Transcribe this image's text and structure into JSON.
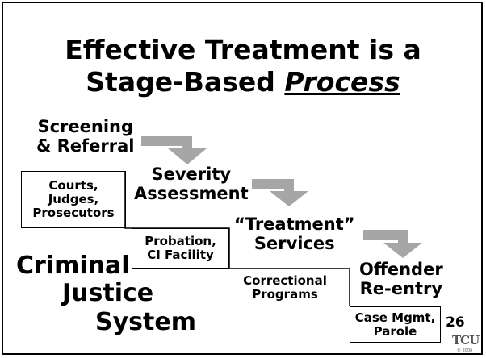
{
  "title": {
    "line1": "Effective Treatment is a",
    "line2_prefix": "Stage-Based ",
    "line2_emph": "Process"
  },
  "stages": [
    {
      "line1": "Screening",
      "line2": "& Referral"
    },
    {
      "line1": "Severity",
      "line2": "Assessment"
    },
    {
      "line1": "“Treatment”",
      "line2": "Services"
    },
    {
      "line1": "Offender",
      "line2": "Re-entry"
    }
  ],
  "boxes": [
    {
      "line1": "Courts,",
      "line2": "Judges,",
      "line3": "Prosecutors"
    },
    {
      "line1": "Probation,",
      "line2": "CI Facility"
    },
    {
      "line1": "Correctional",
      "line2": "Programs"
    },
    {
      "line1": "Case Mgmt,",
      "line2": "Parole"
    }
  ],
  "system_label": {
    "line1": "Criminal",
    "line2": "Justice",
    "line3": "System"
  },
  "page_number": "26",
  "logo": {
    "text": "TCU",
    "sub": "© 2006"
  },
  "colors": {
    "arrow": "#a6a6a6"
  }
}
